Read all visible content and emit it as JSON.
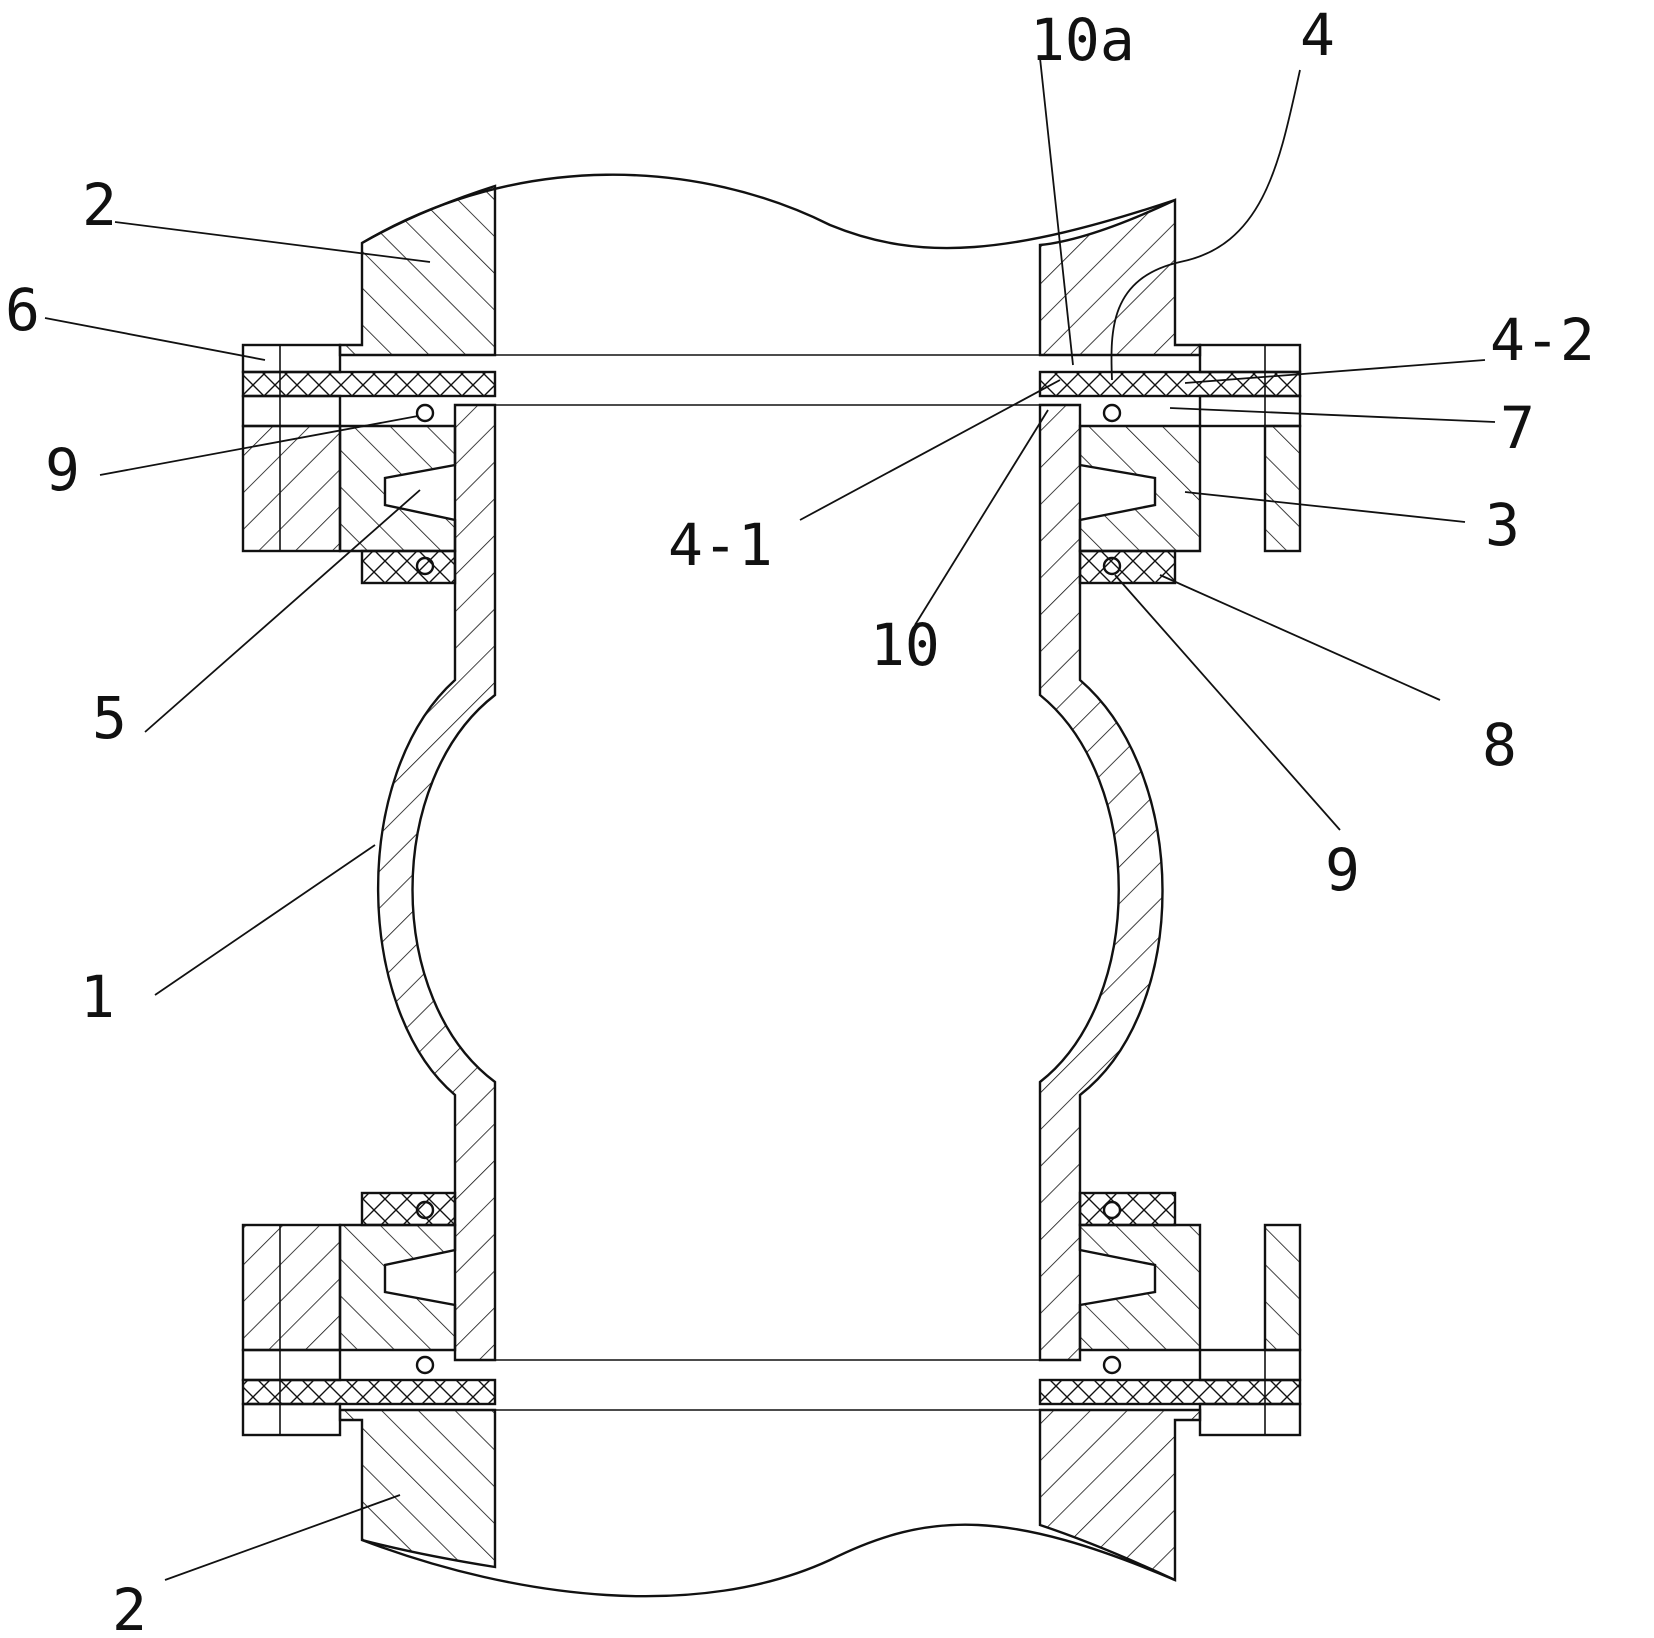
{
  "labels": {
    "l2_top": "2",
    "l6": "6",
    "l9_left": "9",
    "l5": "5",
    "l1": "1",
    "l2_bottom": "2",
    "l10a": "10a",
    "l4": "4",
    "l4_2": "4-2",
    "l7": "7",
    "l3": "3",
    "l4_1": "4-1",
    "l10": "10",
    "l8": "8",
    "l9_right": "9"
  }
}
